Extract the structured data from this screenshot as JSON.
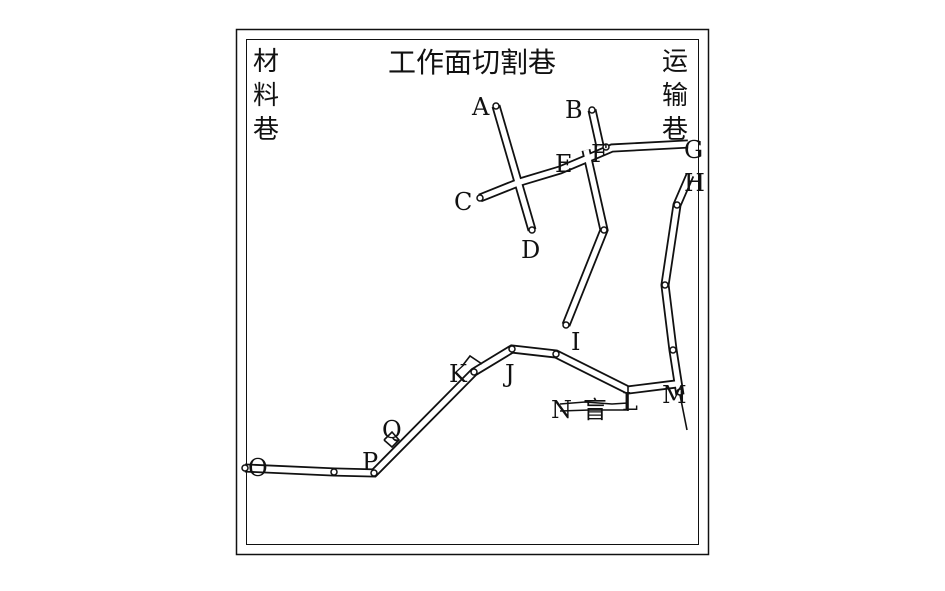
{
  "diagram": {
    "title": "工作面切割巷",
    "left_roadway_label": "材料巷",
    "right_roadway_label": "运输巷",
    "points": {
      "A": "A",
      "B": "B",
      "C": "C",
      "D": "D",
      "E": "E",
      "F": "F",
      "G": "G",
      "H": "H",
      "I": "I",
      "J": "J",
      "K": "K",
      "L": "L",
      "M": "M",
      "N": "N",
      "O": "O",
      "P": "P",
      "Q": "Q"
    },
    "blind_label": "盲"
  }
}
